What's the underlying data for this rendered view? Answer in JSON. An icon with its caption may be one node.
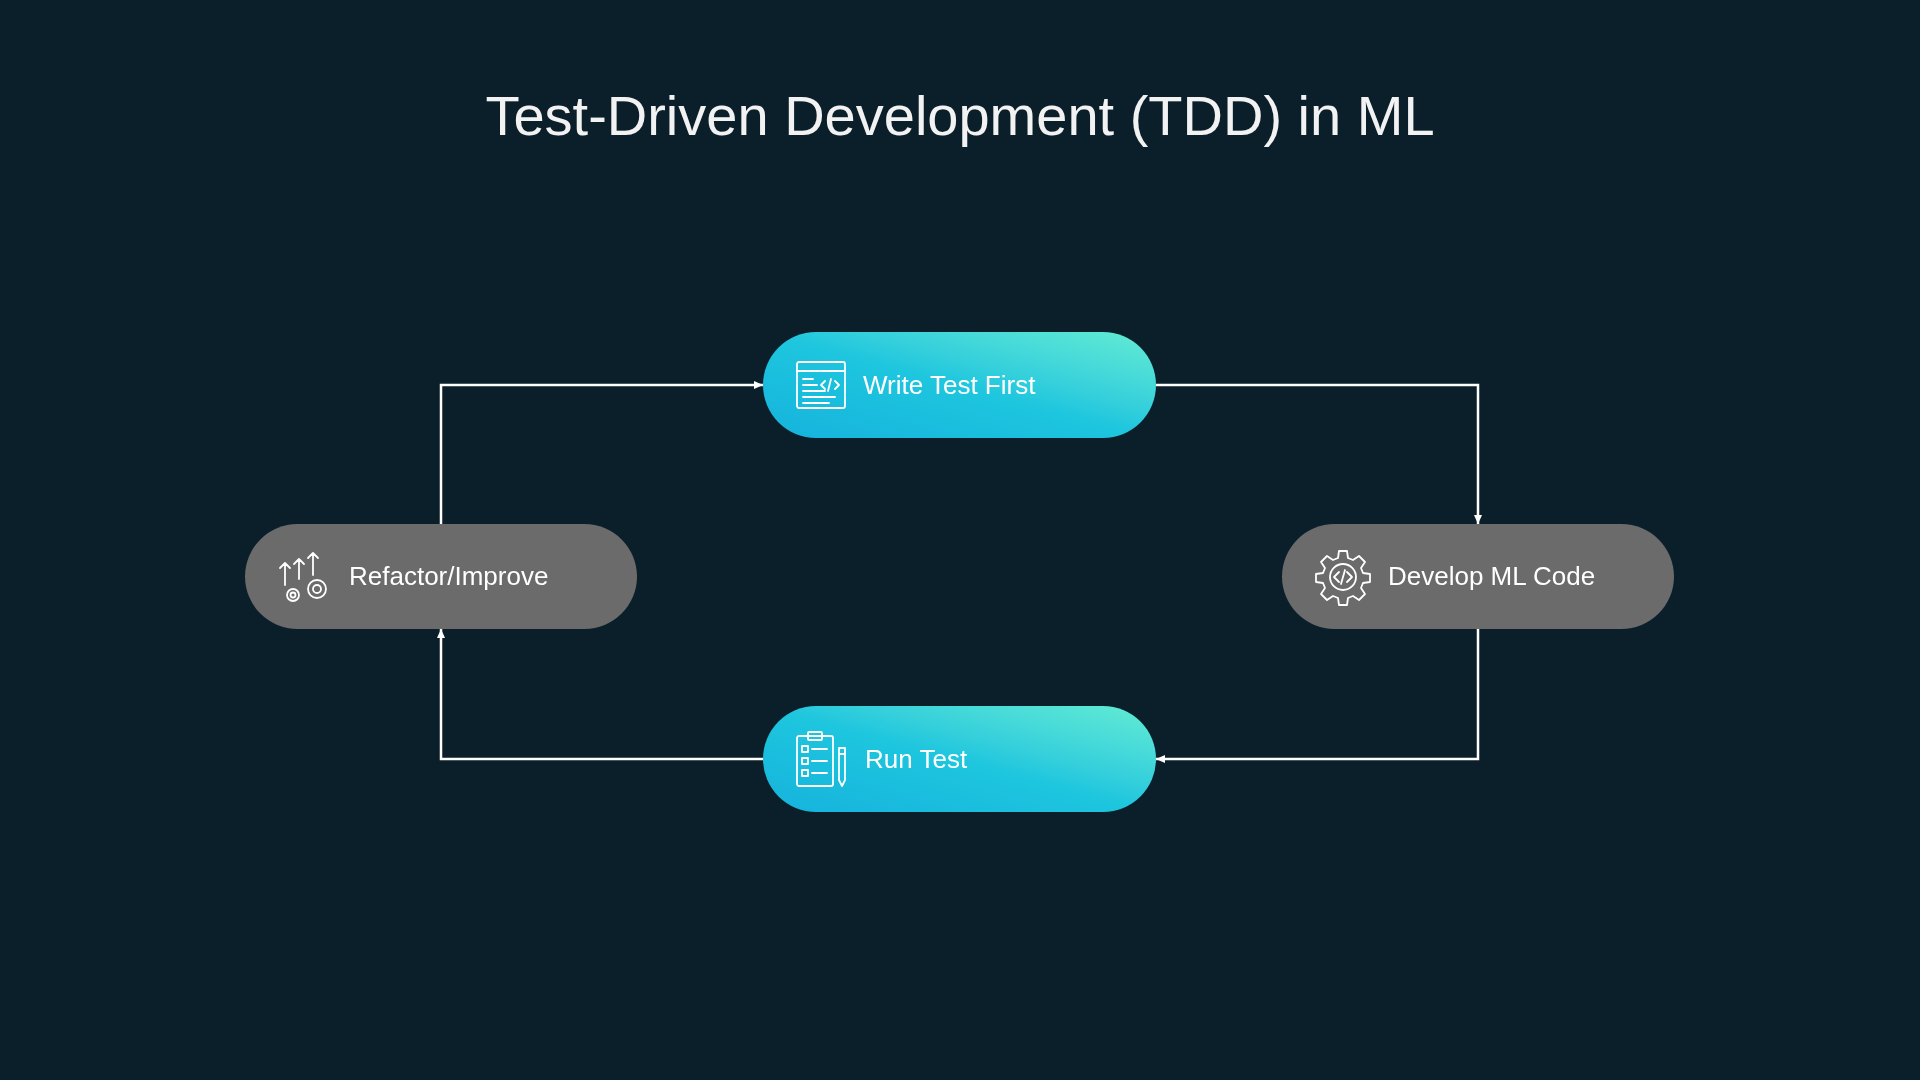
{
  "diagram": {
    "title": "Test-Driven Development (TDD) in ML",
    "nodes": [
      {
        "text": [
          "Write Test First"
        ]
      },
      {
        "text": [
          "Develop ML Code"
        ]
      },
      {
        "text": [
          "Run Test"
        ]
      },
      {
        "text": [
          "Refactor/Improve"
        ]
      }
    ],
    "edges": [
      {
        "from": 0,
        "to": 1,
        "arrow": "to"
      },
      {
        "from": 1,
        "to": 2,
        "arrow": "to"
      },
      {
        "from": 2,
        "to": 3,
        "arrow": "to"
      },
      {
        "from": 3,
        "to": 0,
        "arrow": "to"
      }
    ]
  }
}
